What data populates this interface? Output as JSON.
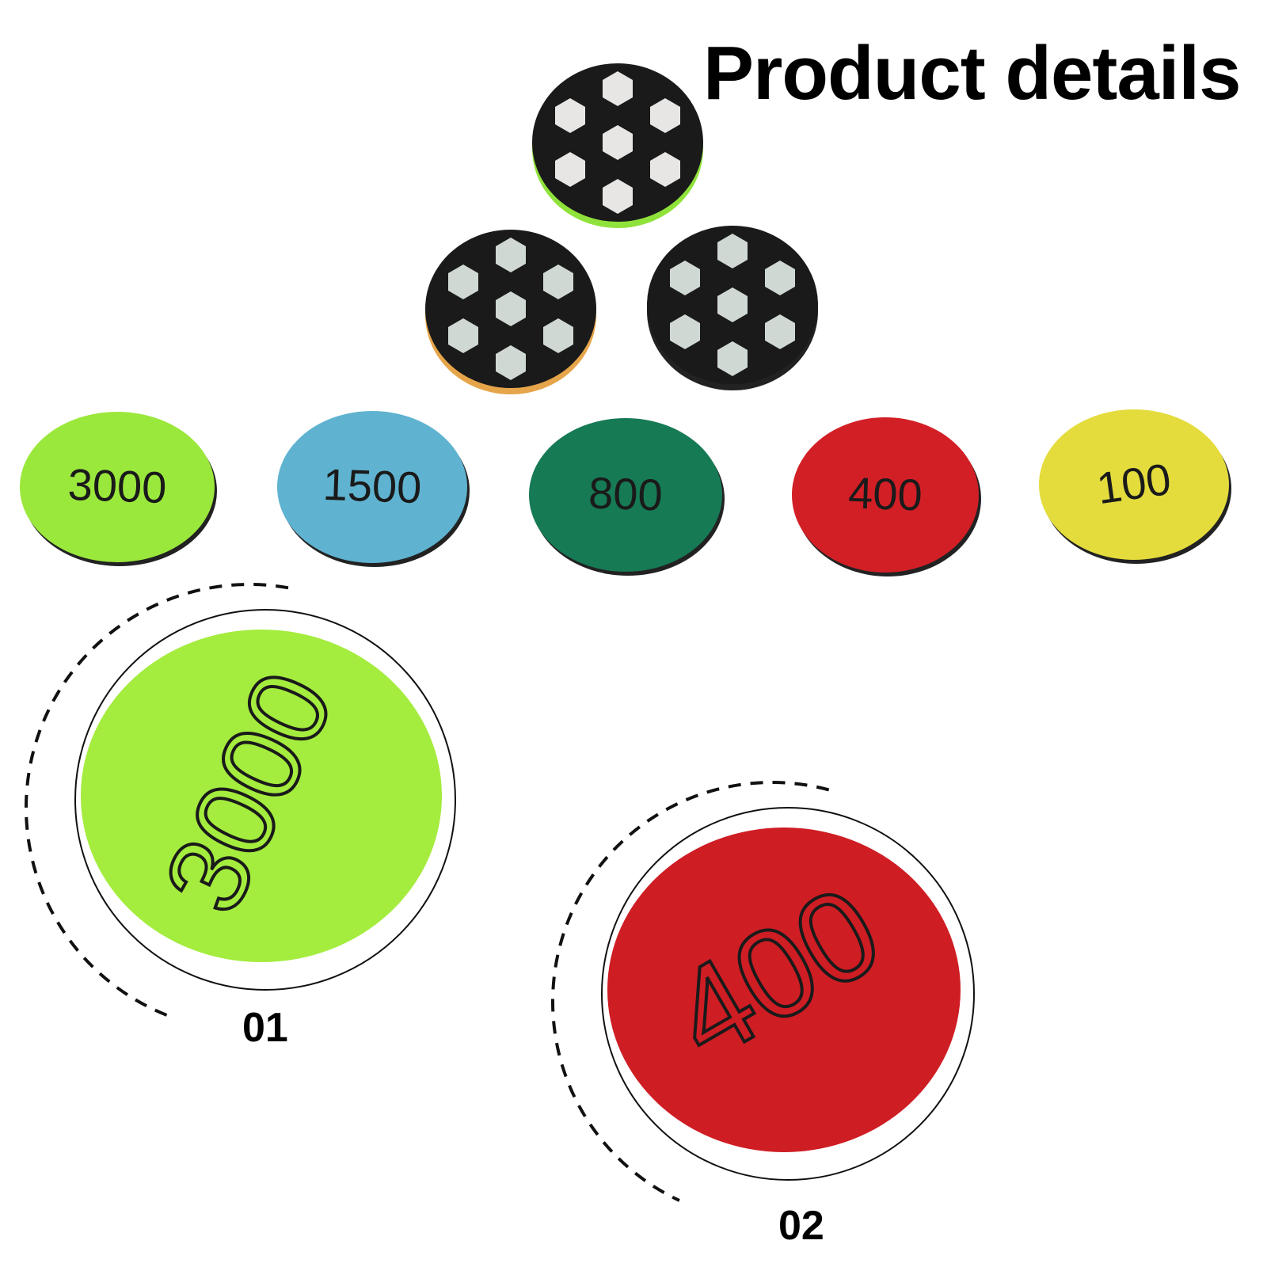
{
  "title": "Product details",
  "hex_pads": [
    {
      "edge_color": "#8fe23a"
    },
    {
      "edge_color": "#e6a54a"
    },
    {
      "edge_color": "#222222"
    }
  ],
  "grit_pads": [
    {
      "grit": "3000",
      "color": "#9be83c"
    },
    {
      "grit": "1500",
      "color": "#5fb3d0"
    },
    {
      "grit": "800",
      "color": "#167a55"
    },
    {
      "grit": "400",
      "color": "#d21f26"
    },
    {
      "grit": "100",
      "color": "#e3dc3c"
    }
  ],
  "closeups": [
    {
      "label": "01",
      "grit": "3000",
      "color": "#a4ec3e"
    },
    {
      "label": "02",
      "grit": "400",
      "color": "#cf1d24"
    }
  ]
}
